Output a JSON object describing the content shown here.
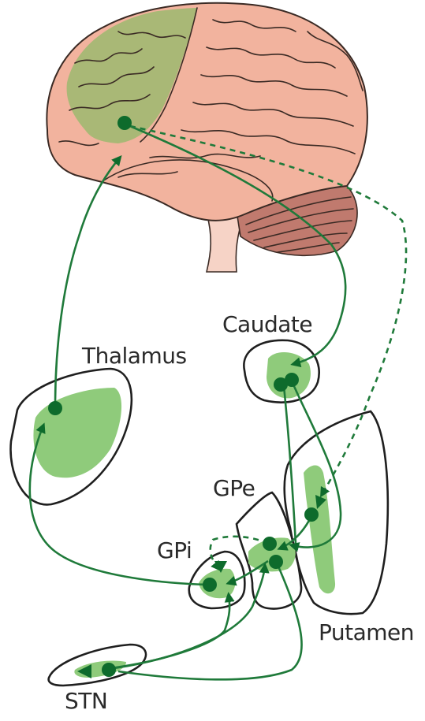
{
  "labels": {
    "caudate": "Caudate",
    "thalamus": "Thalamus",
    "gpe": "GPe",
    "gpi": "GPi",
    "putamen": "Putamen",
    "stn": "STN"
  },
  "colors": {
    "cortex": "#f2b39e",
    "motor_cortex": "#a9b876",
    "cerebellum": "#c07a6e",
    "nucleus_fill": "#8fcb7b",
    "pathway": "#1f7a3a",
    "node": "#0e6b2c",
    "outline": "#1f1f1f"
  }
}
